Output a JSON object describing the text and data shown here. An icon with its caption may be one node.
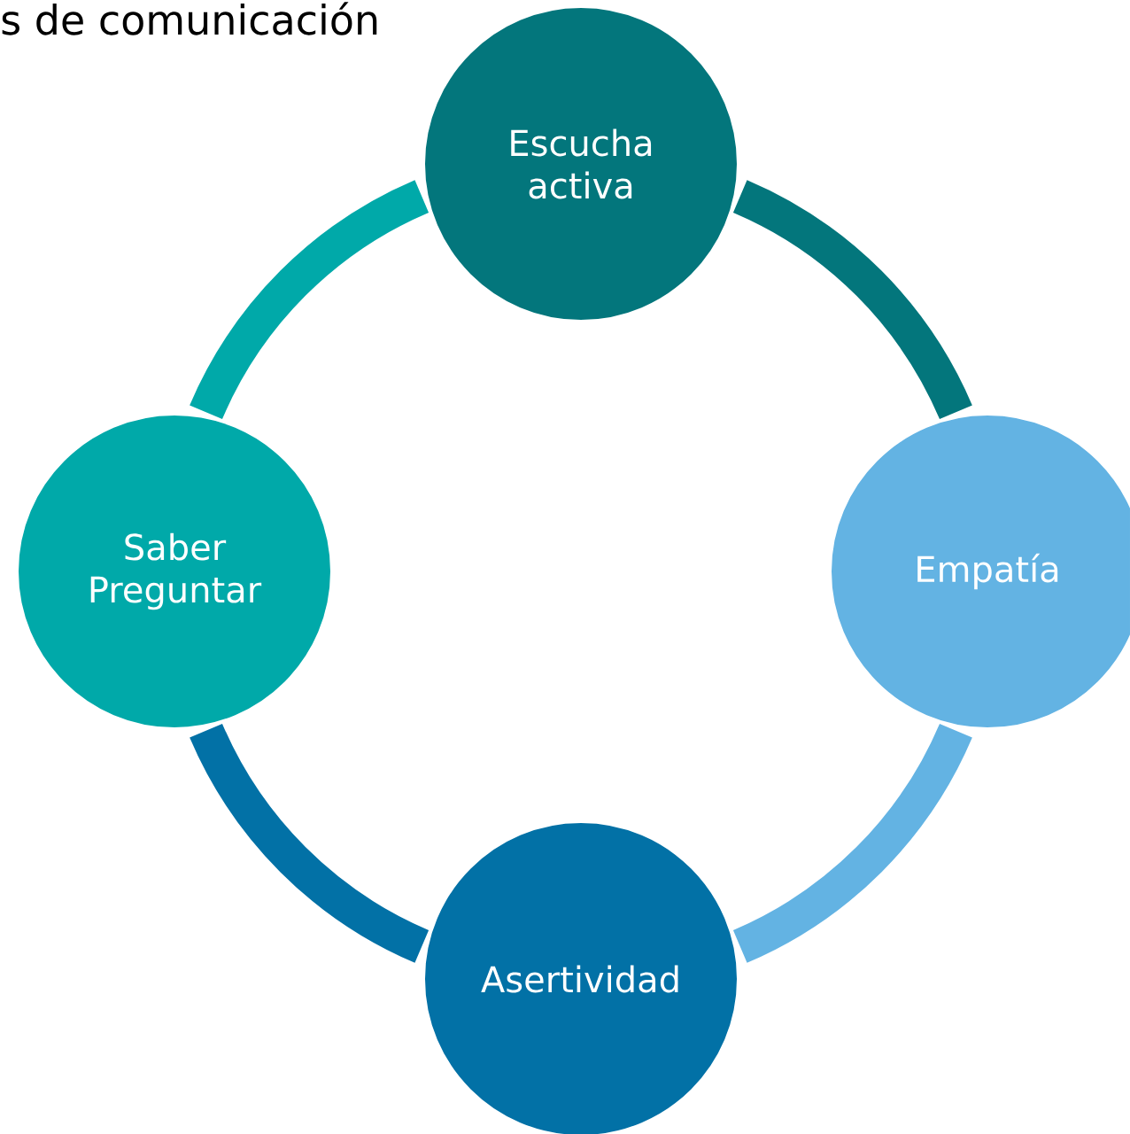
{
  "diagram": {
    "title": "s de comunicación",
    "nodes": [
      {
        "text": [
          "Escucha activa"
        ]
      },
      {
        "text": [
          "Saber Preguntar"
        ]
      },
      {
        "text": [
          "Empatía"
        ]
      },
      {
        "text": [
          "Asertividad"
        ]
      }
    ],
    "edges": [
      {
        "from": 0,
        "to": 2,
        "arrow": "none",
        "color": "#03767c"
      },
      {
        "from": 2,
        "to": 3,
        "arrow": "none",
        "color": "#63b3e3"
      },
      {
        "from": 3,
        "to": 1,
        "arrow": "none",
        "color": "#0271a6"
      },
      {
        "from": 1,
        "to": 0,
        "arrow": "none",
        "color": "#00a9a9"
      }
    ]
  }
}
